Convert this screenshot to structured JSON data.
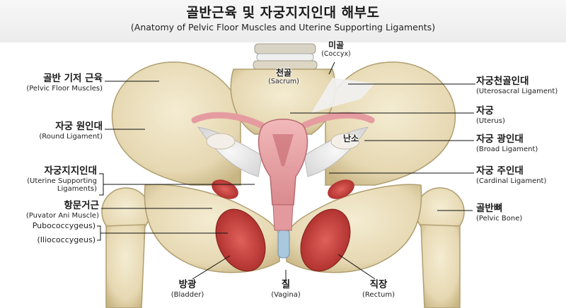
{
  "title": "골반근육 및 자궁지지인대 해부도",
  "subtitle": "(Anatomy of Pelvic Floor Muscles and Uterine Supporting Ligaments)",
  "labels": {
    "pelvic_floor": {
      "ko": "골반 기저 근육",
      "en": "(Pelvic Floor Muscles)"
    },
    "round_lig": {
      "ko": "자궁 원인대",
      "en": "(Round Ligament)"
    },
    "supporting": {
      "ko": "자궁지지인대",
      "en1": "(Uterine Supporting",
      "en2": "Ligaments)"
    },
    "levator": {
      "ko": "항문거근",
      "en": "(Puvator Ani Muscle)"
    },
    "pubo": {
      "en": "Pubococcygeus)"
    },
    "ilio": {
      "en": "(Iliococcygeus)"
    },
    "bladder": {
      "ko": "방광",
      "en": "(Bladder)"
    },
    "vagina": {
      "ko": "질",
      "en": "(Vagina)"
    },
    "rectum": {
      "ko": "직장",
      "en": "(Rectum)"
    },
    "coccyx": {
      "ko": "미골",
      "en": "(Coccyx)"
    },
    "sacrum": {
      "ko": "천골",
      "en": "(Sacrum)"
    },
    "ovary": {
      "ko": "난소"
    },
    "uterosacral": {
      "ko": "자궁천골인대",
      "en": "(Uterosacral Ligament)"
    },
    "uterus": {
      "ko": "자궁",
      "en": "(Uterus)"
    },
    "broad": {
      "ko": "자궁 광인대",
      "en": "(Broad Ligament)"
    },
    "cardinal": {
      "ko": "자궁 주인대",
      "en": "(Cardinal Ligament)"
    },
    "pelvic_bone": {
      "ko": "골반뼈",
      "en": "(Pelvic Bone)"
    }
  },
  "colors": {
    "bone": "#eadfbe",
    "bone_shade": "#c9b78a",
    "muscle": "#c8403a",
    "uterus": "#e9a5a8",
    "ligament": "#eeeeee",
    "cartilage": "#a9c7dd"
  }
}
